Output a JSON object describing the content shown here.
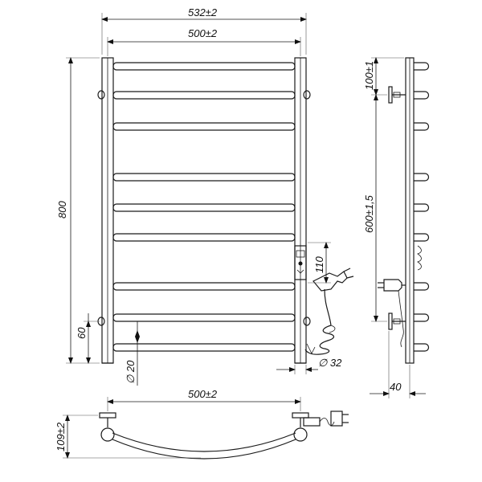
{
  "front_view": {
    "dim_overall_width": "532±2",
    "dim_inner_width": "500±2",
    "dim_height": "800",
    "dim_bottom_offset": "60",
    "dim_tube_diameter": "∅ 20",
    "dim_box_height": "110",
    "dim_riser_diameter": "∅ 32"
  },
  "side_view": {
    "dim_top_offset": "100±1",
    "dim_mount_spacing": "600±1,5",
    "dim_depth": "40"
  },
  "bottom_view": {
    "dim_width": "500±2",
    "dim_bow": "109±2"
  }
}
